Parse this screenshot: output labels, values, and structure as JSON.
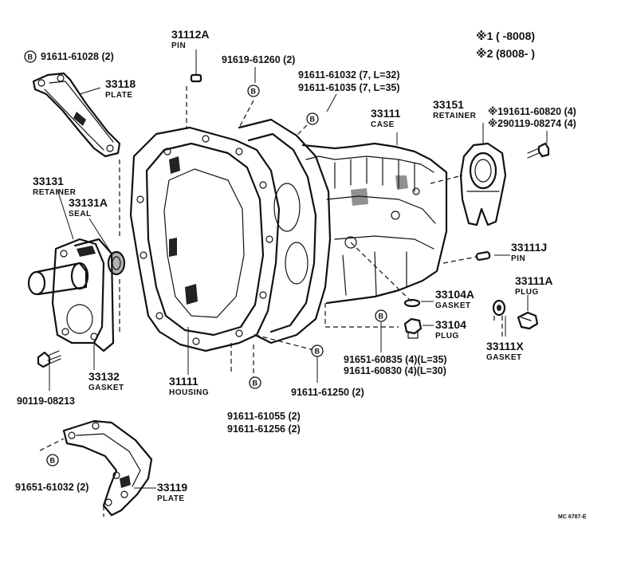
{
  "notes": {
    "note1_mark": "※1",
    "note1_text": "(      -8008)",
    "note2_mark": "※2",
    "note2_text": "(8008-      )"
  },
  "bolt_marker": "B",
  "labels": {
    "p91611_61028": "91611-61028 (2)",
    "p31112A": "31112A",
    "p31112A_cap": "PIN",
    "p91619_61260": "91619-61260 (2)",
    "p91611_61032": "91611-61032 (7, L=32)",
    "p91611_61035": "91611-61035 (7, L=35)",
    "p33118": "33118",
    "p33118_cap": "PLATE",
    "p33111": "33111",
    "p33111_cap": "CASE",
    "p33151": "33151",
    "p33151_cap": "RETAINER",
    "p191611_60820": "※191611-60820 (4)",
    "p290119_08274": "※290119-08274 (4)",
    "p33131": "33131",
    "p33131_cap": "RETAINER",
    "p33131A": "33131A",
    "p33131A_cap": "SEAL",
    "p33111J": "33111J",
    "p33111J_cap": "PIN",
    "p33111A": "33111A",
    "p33111A_cap": "PLUG",
    "p33104A": "33104A",
    "p33104A_cap": "GASKET",
    "p33104": "33104",
    "p33104_cap": "PLUG",
    "p33111X": "33111X",
    "p33111X_cap": "GASKET",
    "p91651_60835": "91651-60835 (4)(L=35)",
    "p91611_60830": "91611-60830 (4)(L=30)",
    "p33132": "33132",
    "p33132_cap": "GASKET",
    "p31111": "31111",
    "p31111_cap": "HOUSING",
    "p91611_61250": "91611-61250 (2)",
    "p90119_08213": "90119-08213",
    "p91611_61055": "91611-61055 (2)",
    "p91611_61256": "91611-61256 (2)",
    "p33119": "33119",
    "p33119_cap": "PLATE",
    "p91651_61032": "91651-61032 (2)",
    "ref_code": "MC 6787-E"
  }
}
